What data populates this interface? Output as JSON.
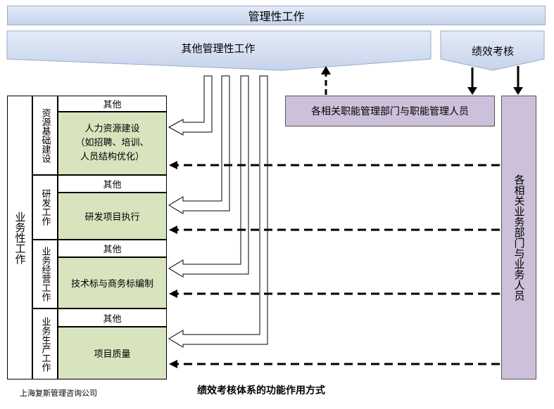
{
  "top_banner": "管理性工作",
  "other_mgmt": "其他管理性工作",
  "perf_eval": "绩效考核",
  "func_dept": "各相关职能管理部门与职能管理人员",
  "biz_dept": "各相关业务部门与业务人员",
  "biz_work": "业务性工作",
  "rows": [
    {
      "category": "资源基础建设",
      "other": "其他",
      "main": "人力资源建设\n（如招聘、培训、\n人员结构优化）"
    },
    {
      "category": "研发工作",
      "other": "其他",
      "main": "研发项目执行"
    },
    {
      "category": "业务经营工作",
      "other": "其他",
      "main": "技术标与商务标编制"
    },
    {
      "category": "业务生产工作",
      "other": "其他",
      "main": "项目质量"
    }
  ],
  "footer_company": "上海复斯管理咨询公司",
  "caption": "绩效考核体系的功能作用方式",
  "colors": {
    "banner": "#c6d4ec",
    "green": "#d7e4bd",
    "purple": "#ccc0da"
  }
}
